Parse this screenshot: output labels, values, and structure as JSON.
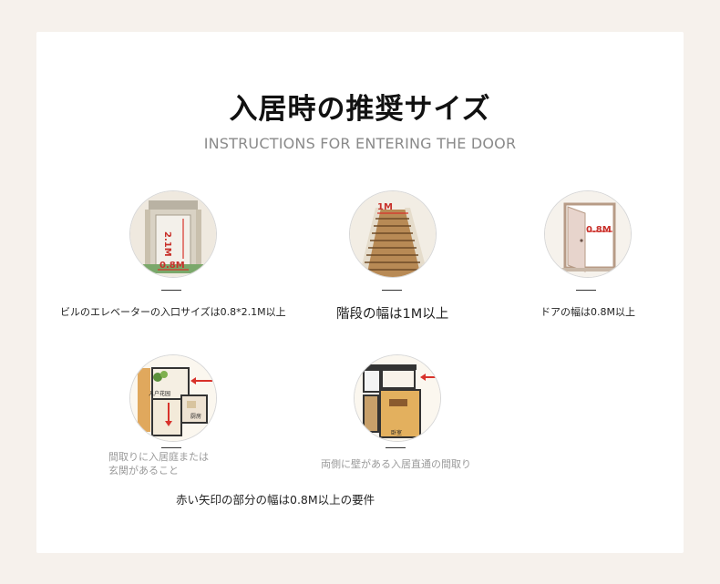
{
  "header": {
    "title": "入居時の推奨サイズ",
    "subtitle": "INSTRUCTIONS FOR ENTERING THE DOOR"
  },
  "items": [
    {
      "icon": "elevator-icon",
      "caption": "ビルのエレベーターの入口サイズは0.8*2.1M以上",
      "labels": [
        "2.1M",
        "0.8M"
      ]
    },
    {
      "icon": "stairs-icon",
      "caption": "階段の幅は1M以上",
      "labels": [
        "1M"
      ]
    },
    {
      "icon": "door-icon",
      "caption": "ドアの幅は0.8M以上",
      "labels": [
        "0.8M"
      ]
    },
    {
      "icon": "floorplan-courtyard-icon",
      "caption_lines": [
        "間取りに入居庭または",
        "玄関があること"
      ],
      "labels": [
        "入户花园",
        "厨房"
      ]
    },
    {
      "icon": "floorplan-direct-icon",
      "caption": "両側に壁がある入居直通の間取り",
      "labels": [
        "卧室"
      ]
    }
  ],
  "footer_note": "赤い矢印の部分の幅は0.8M以上の要件",
  "colors": {
    "accent_red": "#d8322b",
    "wood": "#c89a5a",
    "background": "#f6f1ec"
  }
}
